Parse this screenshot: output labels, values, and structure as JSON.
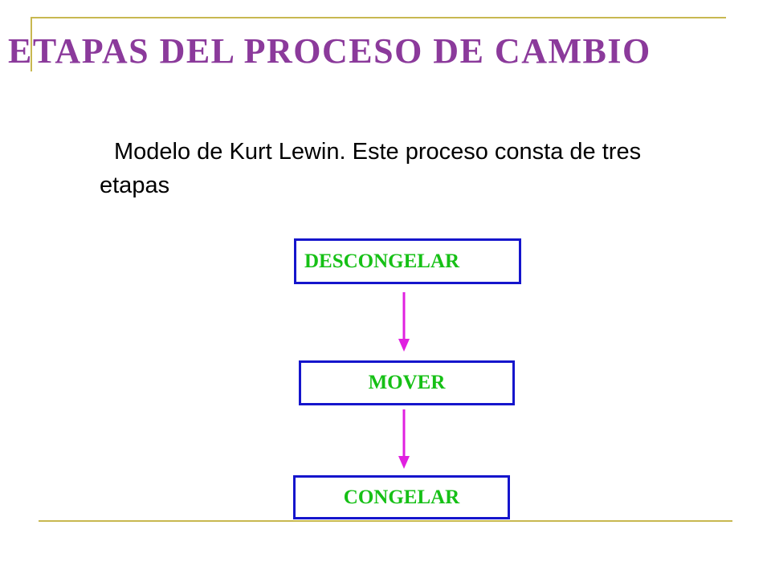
{
  "colors": {
    "title": "#8b3a9b",
    "rule": "#c8b850",
    "box_border": "#1515cc",
    "box_text": "#16c016",
    "arrow": "#e020e0"
  },
  "slide": {
    "title": "ETAPAS DEL PROCESO DE CAMBIO",
    "subtitle": "Modelo de Kurt Lewin. Este proceso consta de tres etapas"
  },
  "diagram": {
    "stages": [
      {
        "label": "DESCONGELAR"
      },
      {
        "label": "MOVER"
      },
      {
        "label": "CONGELAR"
      }
    ]
  }
}
